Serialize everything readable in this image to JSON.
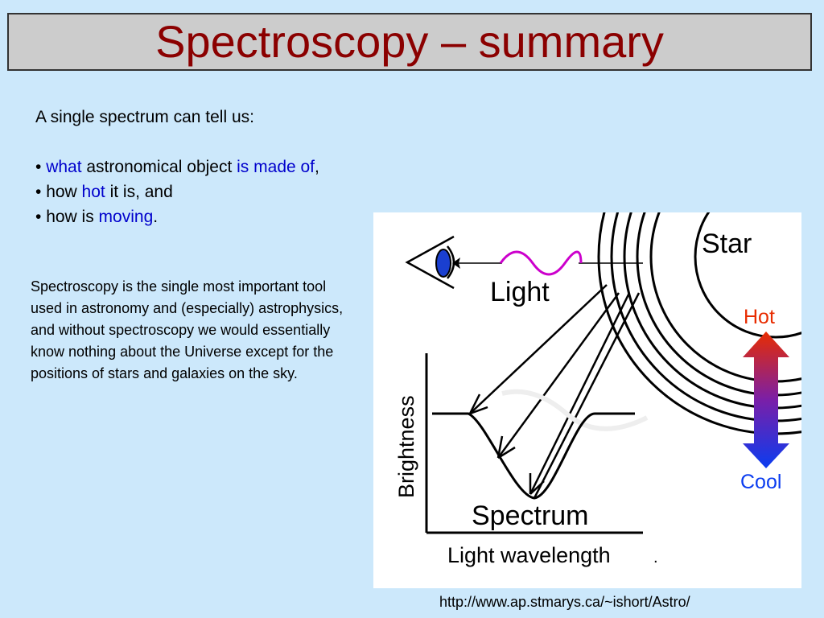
{
  "title": "Spectroscopy – summary",
  "intro": {
    "lead": "A single spectrum can tell us:",
    "bullet1": {
      "marker": "• ",
      "hl1": "what",
      "mid": " astronomical object ",
      "hl2": "is made of",
      "end": ","
    },
    "bullet2": {
      "marker": "• ",
      "pre": "how ",
      "hl": "hot",
      "post": " it is, and"
    },
    "bullet3": {
      "marker": "• ",
      "pre": "how is ",
      "hl": "moving",
      "post": "."
    }
  },
  "paragraph": "Spectroscopy is the single most important tool used in astronomy and (especially) astrophysics, and without spectroscopy we would essentially know nothing about the Universe except for the positions of stars and galaxies on the sky.",
  "figure": {
    "star_label": "Star",
    "light_label": "Light",
    "hot_label": "Hot",
    "cool_label": "Cool",
    "brightness_label": "Brightness",
    "spectrum_label": "Spectrum",
    "wavelength_label": "Light wavelength",
    "dot": ".",
    "hot_color": "#e82c00",
    "cool_color": "#0a3cf0",
    "wave_color": "#cc00cc",
    "eye_color": "#1a3fd0"
  },
  "source_url": "http://www.ap.stmarys.ca/~ishort/Astro/"
}
